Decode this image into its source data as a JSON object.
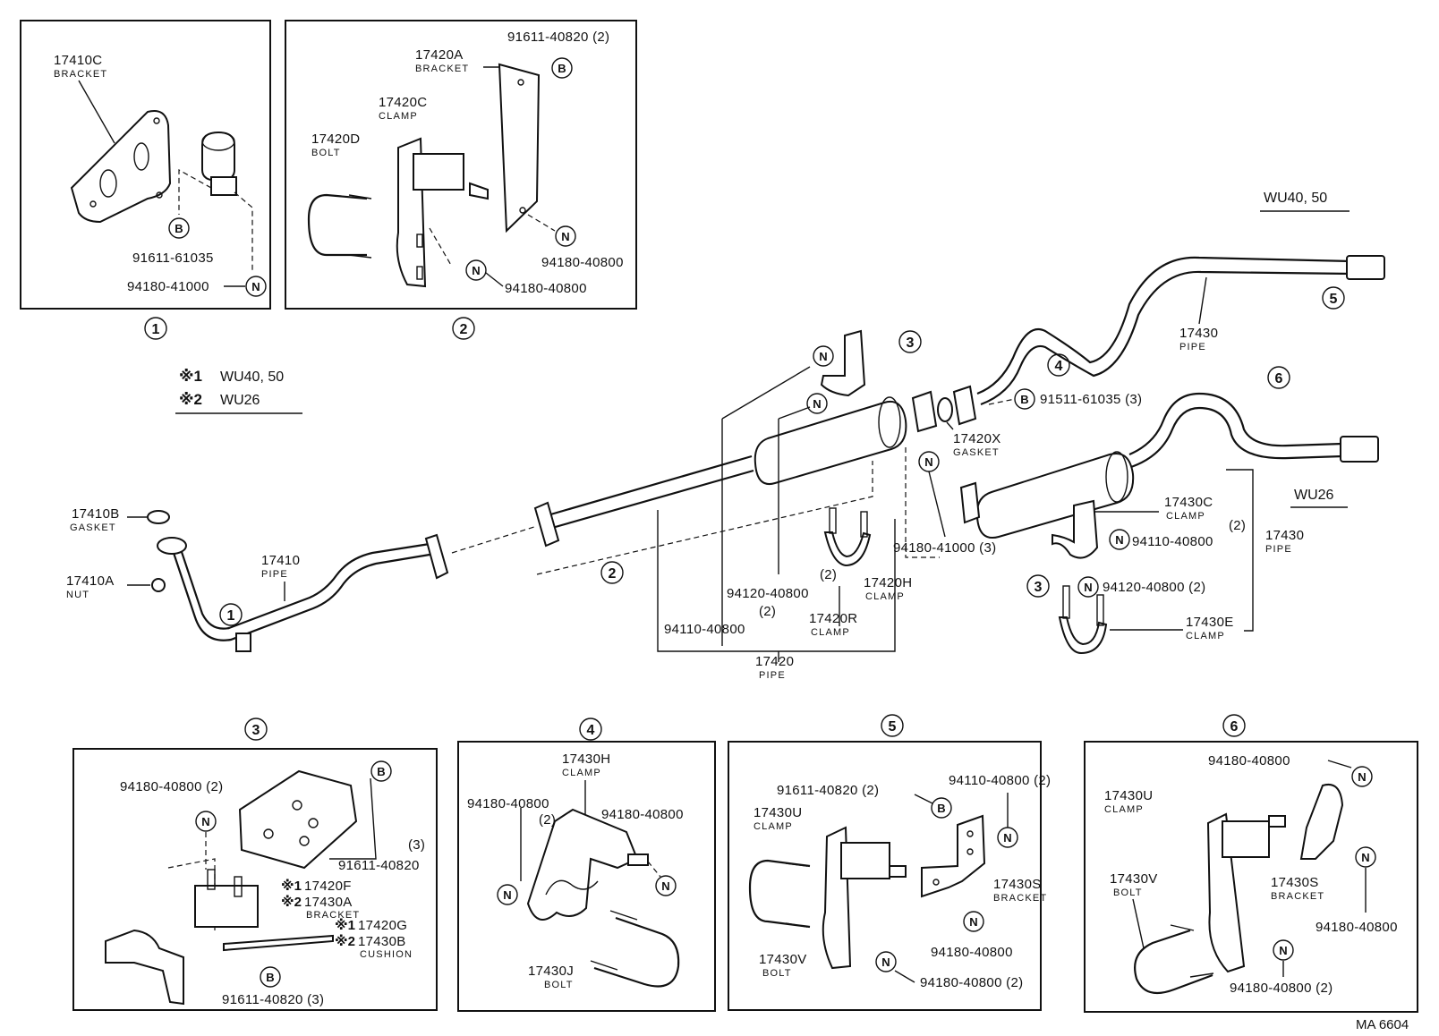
{
  "figure_id": "MA 6604",
  "legend": {
    "note1_mark": "※1",
    "note1_text": "WU40, 50",
    "note2_mark": "※2",
    "note2_text": "WU26"
  },
  "variants": {
    "a": "WU40, 50",
    "b": "WU26"
  },
  "circled": [
    "1",
    "2",
    "3",
    "4",
    "5",
    "6"
  ],
  "letters": {
    "b": "B",
    "n": "N"
  },
  "inset1": {
    "bracket_pn": "17410C",
    "bracket_nm": "BRACKET",
    "bolt_pn": "91611-61035",
    "nut_pn": "94180-41000"
  },
  "inset2": {
    "bracket_pn": "17420A",
    "bracket_nm": "BRACKET",
    "bolt_pn": "91611-40820 (2)",
    "clamp_pn": "17420C",
    "clamp_nm": "CLAMP",
    "ubolt_pn": "17420D",
    "ubolt_nm": "BOLT",
    "nut_a": "94180-40800",
    "nut_b": "94180-40800"
  },
  "main": {
    "gasket_b": "17410B",
    "gasket_b_nm": "GASKET",
    "nut_a": "17410A",
    "nut_a_nm": "NUT",
    "pipe1": "17410",
    "pipe1_nm": "PIPE",
    "gasket_x": "17420X",
    "gasket_x_nm": "GASKET",
    "bolt3": "91511-61035 (3)",
    "pipe5": "17430",
    "pipe5_nm": "PIPE",
    "nut3": "94180-41000 (3)",
    "pipe20": "17420",
    "pipe20_nm": "PIPE",
    "w1": "94110-40800",
    "w2": "94120-40800",
    "w2_qty": "(2)",
    "r_qty": "(2)",
    "clamp_r": "17420R",
    "clamp_r_nm": "CLAMP",
    "clamp_h": "17420H",
    "clamp_h_nm": "CLAMP",
    "clamp_c": "17430C",
    "clamp_c_nm": "CLAMP",
    "w3_qty": "(2)",
    "w3": "94110-40800",
    "w4": "94120-40800 (2)",
    "pipe6": "17430",
    "pipe6_nm": "PIPE",
    "clamp_e": "17430E",
    "clamp_e_nm": "CLAMP"
  },
  "inset3": {
    "nut": "94180-40800 (2)",
    "bolt_a": "91611-40820",
    "bolt_a_qty": "(3)",
    "br_a1": "17420F",
    "br_a2": "17430A",
    "br_nm": "BRACKET",
    "cu_a1": "17420G",
    "cu_a2": "17430B",
    "cu_nm": "CUSHION",
    "bolt_b": "91611-40820 (3)"
  },
  "inset4": {
    "clamp_pn": "17430H",
    "clamp_nm": "CLAMP",
    "nut_l": "94180-40800",
    "nut_l_qty": "(2)",
    "nut_r": "94180-40800",
    "bolt_pn": "17430J",
    "bolt_nm": "BOLT"
  },
  "inset5": {
    "bolt": "91611-40820 (2)",
    "nut_t": "94110-40800 (2)",
    "clamp_pn": "17430U",
    "clamp_nm": "CLAMP",
    "br_pn": "17430S",
    "br_nm": "BRACKET",
    "ub_pn": "17430V",
    "ub_nm": "BOLT",
    "nut_m": "94180-40800",
    "nut_b": "94180-40800 (2)"
  },
  "inset6": {
    "nut_t": "94180-40800",
    "clamp_pn": "17430U",
    "clamp_nm": "CLAMP",
    "ub_pn": "17430V",
    "ub_nm": "BOLT",
    "br_pn": "17430S",
    "br_nm": "BRACKET",
    "nut_r": "94180-40800",
    "nut_b": "94180-40800 (2)"
  }
}
